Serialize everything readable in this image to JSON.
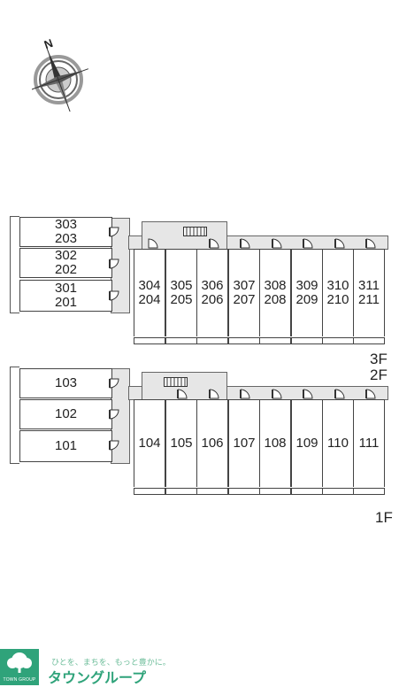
{
  "compass": {
    "north_label": "N"
  },
  "upper_building": {
    "west_units": [
      {
        "top": "303",
        "bottom": "203"
      },
      {
        "top": "302",
        "bottom": "202"
      },
      {
        "top": "301",
        "bottom": "201"
      }
    ],
    "east_units": [
      {
        "top": "304",
        "bottom": "204"
      },
      {
        "top": "305",
        "bottom": "205"
      },
      {
        "top": "306",
        "bottom": "206"
      },
      {
        "top": "307",
        "bottom": "207"
      },
      {
        "top": "308",
        "bottom": "208"
      },
      {
        "top": "309",
        "bottom": "209"
      },
      {
        "top": "310",
        "bottom": "210"
      },
      {
        "top": "311",
        "bottom": "211"
      }
    ],
    "floor_labels": [
      "3F",
      "2F"
    ]
  },
  "lower_building": {
    "west_units": [
      "103",
      "102",
      "101"
    ],
    "east_units": [
      "104",
      "105",
      "106",
      "107",
      "108",
      "109",
      "110",
      "111"
    ],
    "floor_label": "1F"
  },
  "footer": {
    "brand_small": "TOWN GROUP",
    "tagline": "ひとを、まちを、もっと豊かに。",
    "brand_name": "タウングループ",
    "accent_color": "#2fa37a"
  }
}
